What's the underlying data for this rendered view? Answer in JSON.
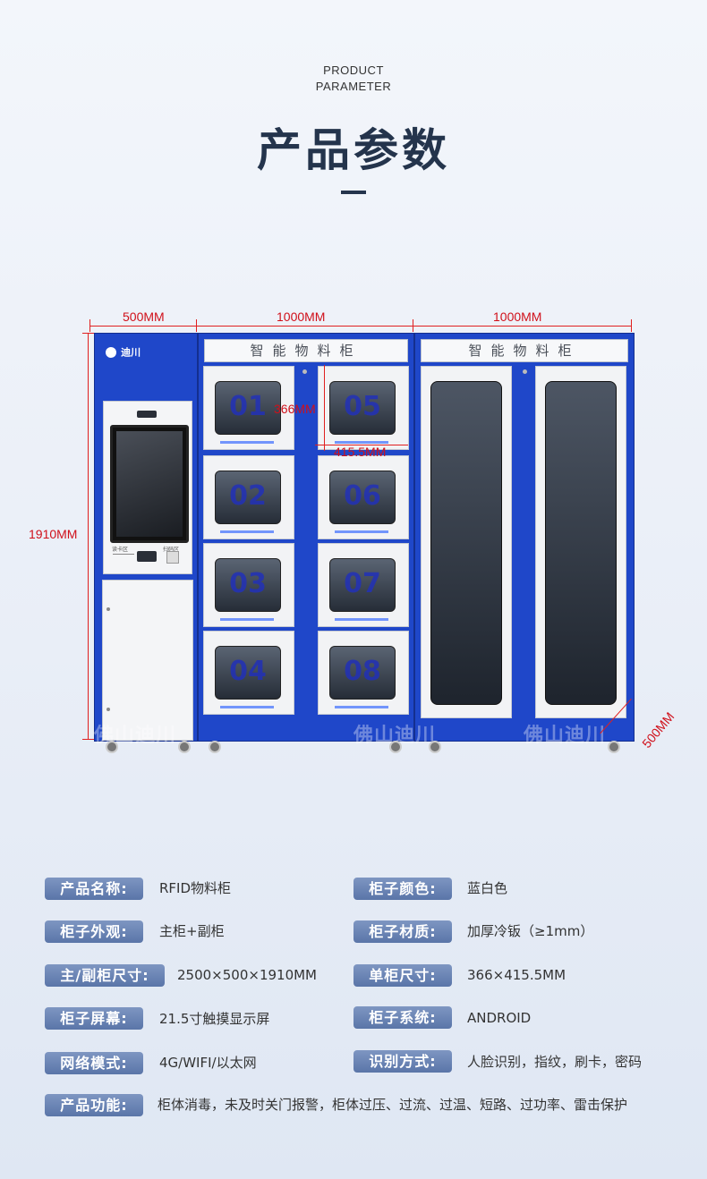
{
  "header": {
    "en_line1": "PRODUCT",
    "en_line2": "PARAMETER",
    "cn_title": "产品参数"
  },
  "dimensions": {
    "width_side": "500MM",
    "width_main": "1000MM",
    "width_sub": "1000MM",
    "height": "1910MM",
    "door_height": "366MM",
    "door_width": "415.5MM",
    "depth": "500MM"
  },
  "cabinet": {
    "brand_logo_text": "迪川",
    "plate_text": "智能物料柜",
    "terminal_label_left": "读卡区",
    "terminal_label_right": "扫码区",
    "door_numbers": [
      "01",
      "02",
      "03",
      "04",
      "05",
      "06",
      "07",
      "08"
    ],
    "watermark": "佛山迪川"
  },
  "params": [
    {
      "label": "产品名称:",
      "value": "RFID物料柜"
    },
    {
      "label": "柜子颜色:",
      "value": "蓝白色"
    },
    {
      "label": "柜子外观:",
      "value": "主柜+副柜"
    },
    {
      "label": "柜子材质:",
      "value": "加厚冷钣（≥1mm）"
    },
    {
      "label": "主/副柜尺寸:",
      "value": "2500×500×1910MM"
    },
    {
      "label": "单柜尺寸:",
      "value": "366×415.5MM"
    },
    {
      "label": "柜子屏幕:",
      "value": "21.5寸触摸显示屏"
    },
    {
      "label": "柜子系统:",
      "value": "ANDROID"
    },
    {
      "label": "网络模式:",
      "value": "4G/WIFI/以太网"
    },
    {
      "label": "识别方式:",
      "value": "人脸识别，指纹，刷卡，密码"
    },
    {
      "label": "产品功能:",
      "value": "柜体消毒，未及时关门报警，柜体过压、过流、过温、短路、过功率、雷击保护"
    }
  ]
}
